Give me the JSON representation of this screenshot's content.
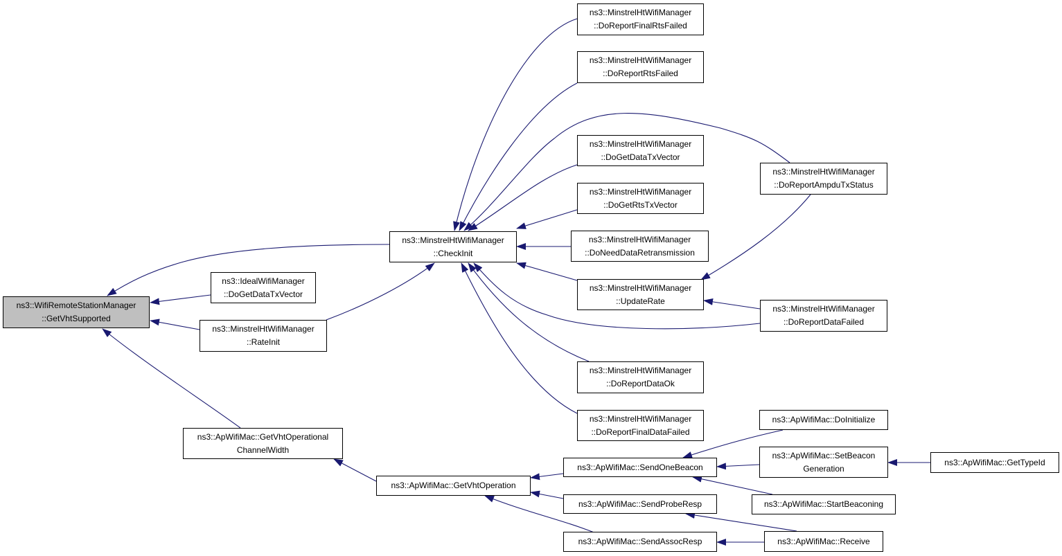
{
  "colors": {
    "edge": "#191970",
    "root_fill": "#bfbfbf",
    "node_fill": "#ffffff",
    "border": "#000000"
  },
  "nodes": {
    "root": {
      "line1": "ns3::WifiRemoteStationManager",
      "line2": "::GetVhtSupported"
    },
    "check_init": {
      "line1": "ns3::MinstrelHtWifiManager",
      "line2": "::CheckInit"
    },
    "ideal_get_data_tx": {
      "line1": "ns3::IdealWifiManager",
      "line2": "::DoGetDataTxVector"
    },
    "rate_init": {
      "line1": "ns3::MinstrelHtWifiManager",
      "line2": "::RateInit"
    },
    "get_vht_op_width": {
      "line1": "ns3::ApWifiMac::GetVhtOperational",
      "line2": "ChannelWidth"
    },
    "get_vht_operation": {
      "line1": "ns3::ApWifiMac::GetVhtOperation"
    },
    "report_final_rts_failed": {
      "line1": "ns3::MinstrelHtWifiManager",
      "line2": "::DoReportFinalRtsFailed"
    },
    "report_rts_failed": {
      "line1": "ns3::MinstrelHtWifiManager",
      "line2": "::DoReportRtsFailed"
    },
    "get_data_tx_vector": {
      "line1": "ns3::MinstrelHtWifiManager",
      "line2": "::DoGetDataTxVector"
    },
    "get_rts_tx_vector": {
      "line1": "ns3::MinstrelHtWifiManager",
      "line2": "::DoGetRtsTxVector"
    },
    "need_data_retrans": {
      "line1": "ns3::MinstrelHtWifiManager",
      "line2": "::DoNeedDataRetransmission"
    },
    "update_rate": {
      "line1": "ns3::MinstrelHtWifiManager",
      "line2": "::UpdateRate"
    },
    "report_data_ok": {
      "line1": "ns3::MinstrelHtWifiManager",
      "line2": "::DoReportDataOk"
    },
    "report_final_data_failed": {
      "line1": "ns3::MinstrelHtWifiManager",
      "line2": "::DoReportFinalDataFailed"
    },
    "report_ampdu_tx_status": {
      "line1": "ns3::MinstrelHtWifiManager",
      "line2": "::DoReportAmpduTxStatus"
    },
    "report_data_failed": {
      "line1": "ns3::MinstrelHtWifiManager",
      "line2": "::DoReportDataFailed"
    },
    "send_one_beacon": {
      "line1": "ns3::ApWifiMac::SendOneBeacon"
    },
    "send_probe_resp": {
      "line1": "ns3::ApWifiMac::SendProbeResp"
    },
    "send_assoc_resp": {
      "line1": "ns3::ApWifiMac::SendAssocResp"
    },
    "do_initialize": {
      "line1": "ns3::ApWifiMac::DoInitialize"
    },
    "set_beacon_gen": {
      "line1": "ns3::ApWifiMac::SetBeacon",
      "line2": "Generation"
    },
    "start_beaconing": {
      "line1": "ns3::ApWifiMac::StartBeaconing"
    },
    "receive": {
      "line1": "ns3::ApWifiMac::Receive"
    },
    "get_type_id": {
      "line1": "ns3::ApWifiMac::GetTypeId"
    }
  },
  "edges": [
    {
      "from": "check_init",
      "to": "root"
    },
    {
      "from": "ideal_get_data_tx",
      "to": "root"
    },
    {
      "from": "rate_init",
      "to": "root"
    },
    {
      "from": "get_vht_op_width",
      "to": "root"
    },
    {
      "from": "rate_init",
      "to": "check_init"
    },
    {
      "from": "report_final_rts_failed",
      "to": "check_init"
    },
    {
      "from": "report_rts_failed",
      "to": "check_init"
    },
    {
      "from": "get_data_tx_vector",
      "to": "check_init"
    },
    {
      "from": "get_rts_tx_vector",
      "to": "check_init"
    },
    {
      "from": "need_data_retrans",
      "to": "check_init"
    },
    {
      "from": "update_rate",
      "to": "check_init"
    },
    {
      "from": "report_data_ok",
      "to": "check_init"
    },
    {
      "from": "report_final_data_failed",
      "to": "check_init"
    },
    {
      "from": "report_ampdu_tx_status",
      "to": "check_init"
    },
    {
      "from": "report_data_failed",
      "to": "check_init"
    },
    {
      "from": "report_ampdu_tx_status",
      "to": "update_rate"
    },
    {
      "from": "report_data_failed",
      "to": "update_rate"
    },
    {
      "from": "get_vht_operation",
      "to": "get_vht_op_width"
    },
    {
      "from": "send_one_beacon",
      "to": "get_vht_operation"
    },
    {
      "from": "send_probe_resp",
      "to": "get_vht_operation"
    },
    {
      "from": "send_assoc_resp",
      "to": "get_vht_operation"
    },
    {
      "from": "do_initialize",
      "to": "send_one_beacon"
    },
    {
      "from": "set_beacon_gen",
      "to": "send_one_beacon"
    },
    {
      "from": "start_beaconing",
      "to": "send_one_beacon"
    },
    {
      "from": "receive",
      "to": "send_probe_resp"
    },
    {
      "from": "receive",
      "to": "send_assoc_resp"
    },
    {
      "from": "get_type_id",
      "to": "set_beacon_gen"
    }
  ]
}
